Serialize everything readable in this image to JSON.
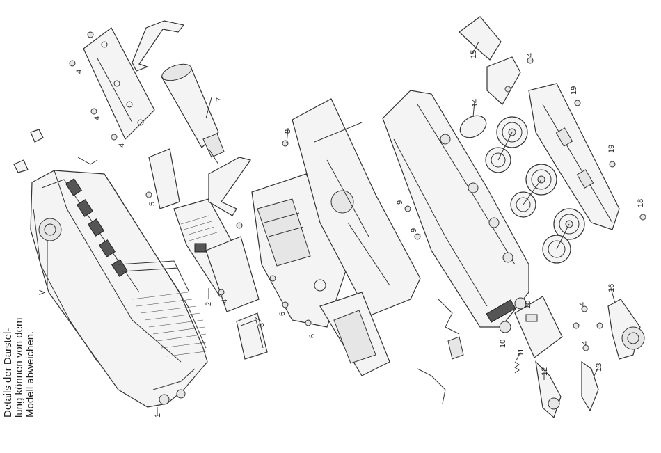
{
  "disclaimer": [
    "Details der Darstel-",
    "lung können von dem",
    "Modell abweichen."
  ],
  "callouts": [
    "1",
    "2",
    "3",
    "4",
    "4",
    "4",
    "4",
    "4",
    "4",
    "4",
    "5",
    "6",
    "6",
    "7",
    "8",
    "9",
    "9",
    "10",
    "10",
    "11",
    "12",
    "13",
    "14",
    "15",
    "16",
    "18",
    "19",
    "19",
    "V"
  ]
}
